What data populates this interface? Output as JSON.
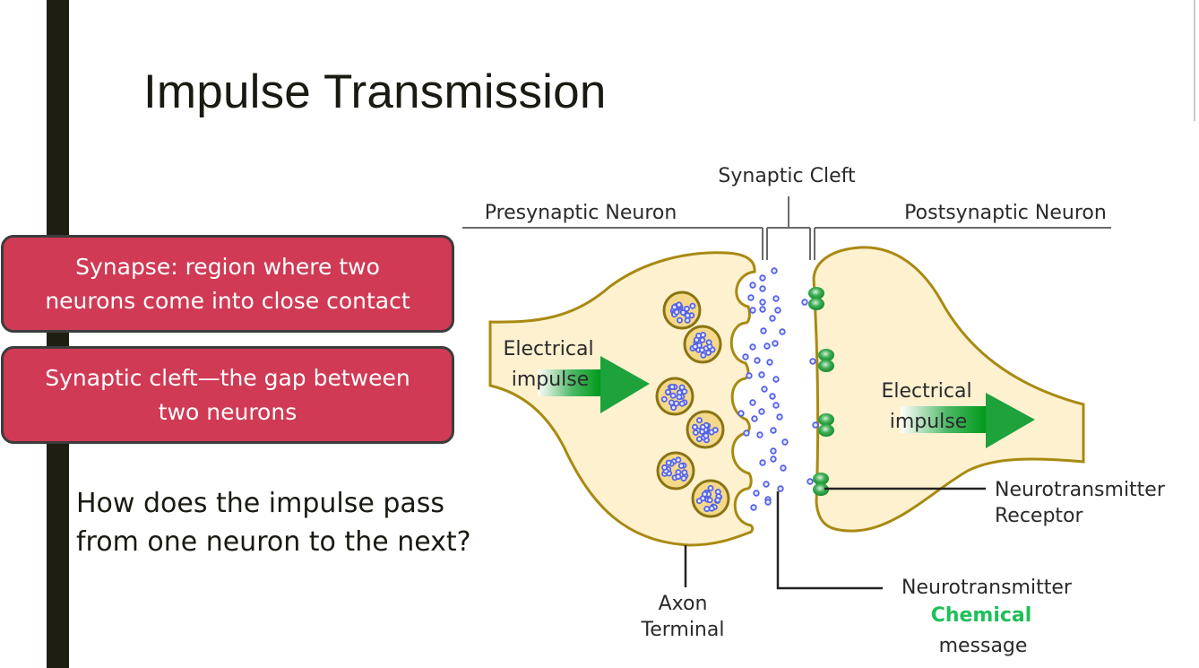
{
  "slide": {
    "title": "Impulse Transmission",
    "callouts": [
      {
        "text": "Synapse: region where two neurons come into close contact"
      },
      {
        "text": "Synaptic cleft—the gap between two neurons"
      }
    ],
    "question": "How does the impulse pass from one neuron to the next?",
    "colors": {
      "sidebar": "#1f1e12",
      "callout_fill": "#d03a55",
      "neuron_fill": "#fdf1d0",
      "neuron_stroke": "#a88a12",
      "neurotransmitter": "#5563e8",
      "receptor": "#1e9b3a",
      "chemical_text": "#1fbf5a"
    }
  },
  "diagram": {
    "labels": {
      "synaptic_cleft": "Synaptic Cleft",
      "presynaptic": "Presynaptic Neuron",
      "postsynaptic": "Postsynaptic Neuron",
      "pre_impulse_line1": "Electrical",
      "pre_impulse_line2": "impulse",
      "post_impulse_line1": "Electrical",
      "post_impulse_line2": "impulse",
      "receptor_line1": "Neurotransmitter",
      "receptor_line2": "Receptor",
      "axon_line1": "Axon",
      "axon_line2": "Terminal",
      "nt_line1": "Neurotransmitter",
      "nt_line2": "Chemical",
      "nt_line3": "message"
    }
  }
}
